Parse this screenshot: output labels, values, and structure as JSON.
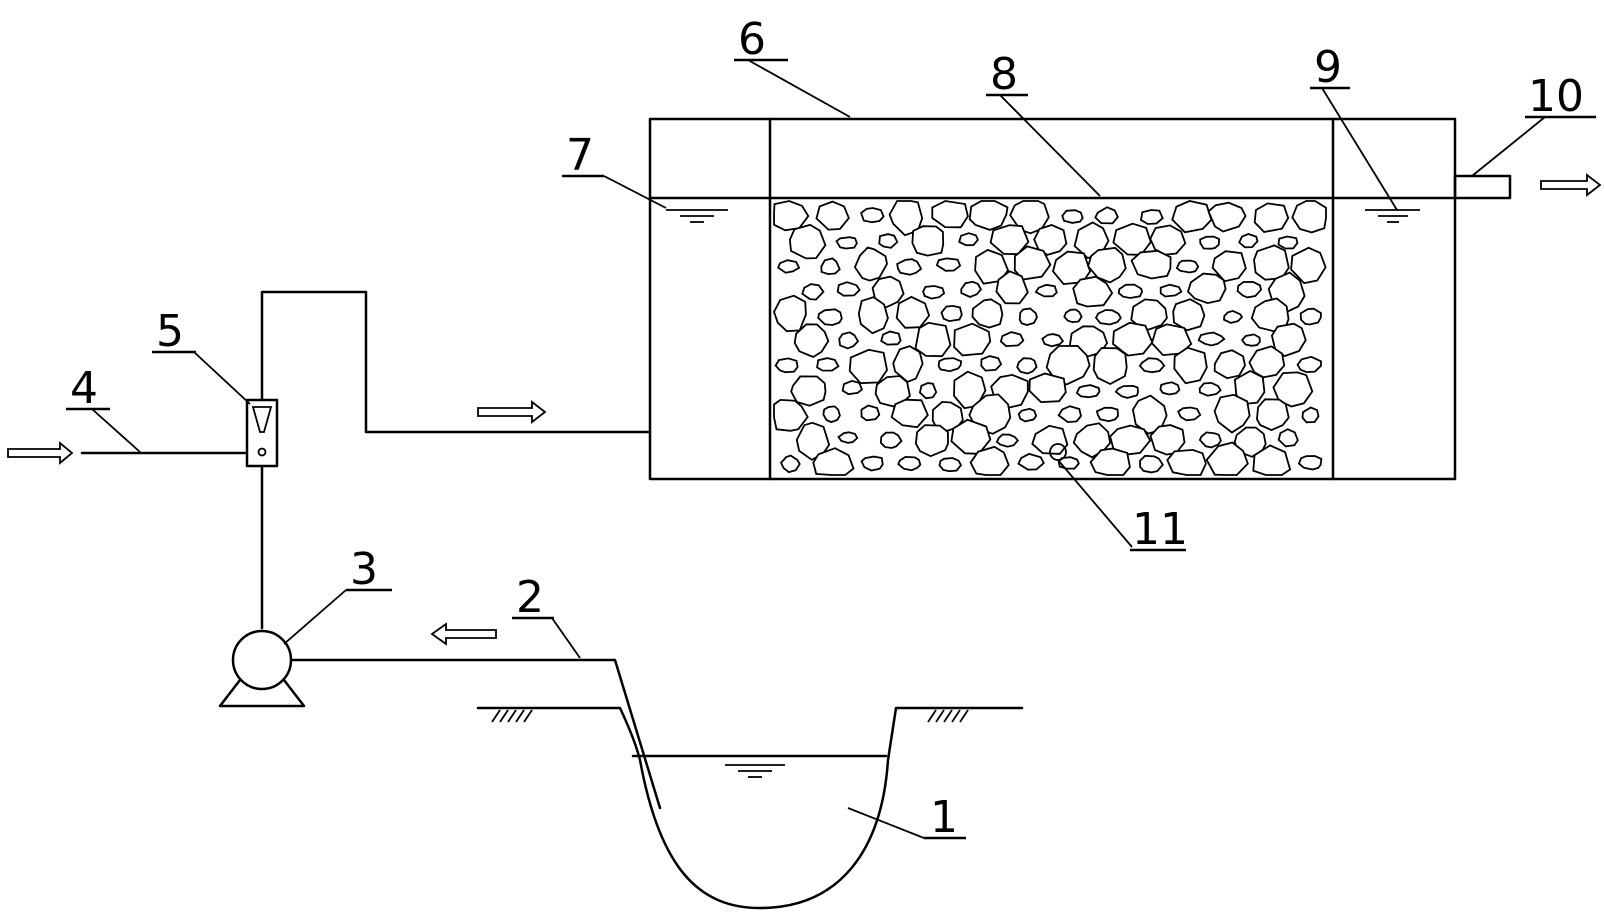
{
  "labels": {
    "l1": "1",
    "l2": "2",
    "l3": "3",
    "l4": "4",
    "l5": "5",
    "l6": "6",
    "l7": "7",
    "l8": "8",
    "l9": "9",
    "l10": "10",
    "l11": "11"
  },
  "colors": {
    "stroke": "#000000",
    "background": "#ffffff"
  },
  "icons": {
    "flow_arrow": "double-line-arrow",
    "water_level": "water-level-symbol",
    "ground": "ground-hatch-symbol",
    "pump": "pump-symbol",
    "flowmeter": "rotameter-symbol"
  }
}
